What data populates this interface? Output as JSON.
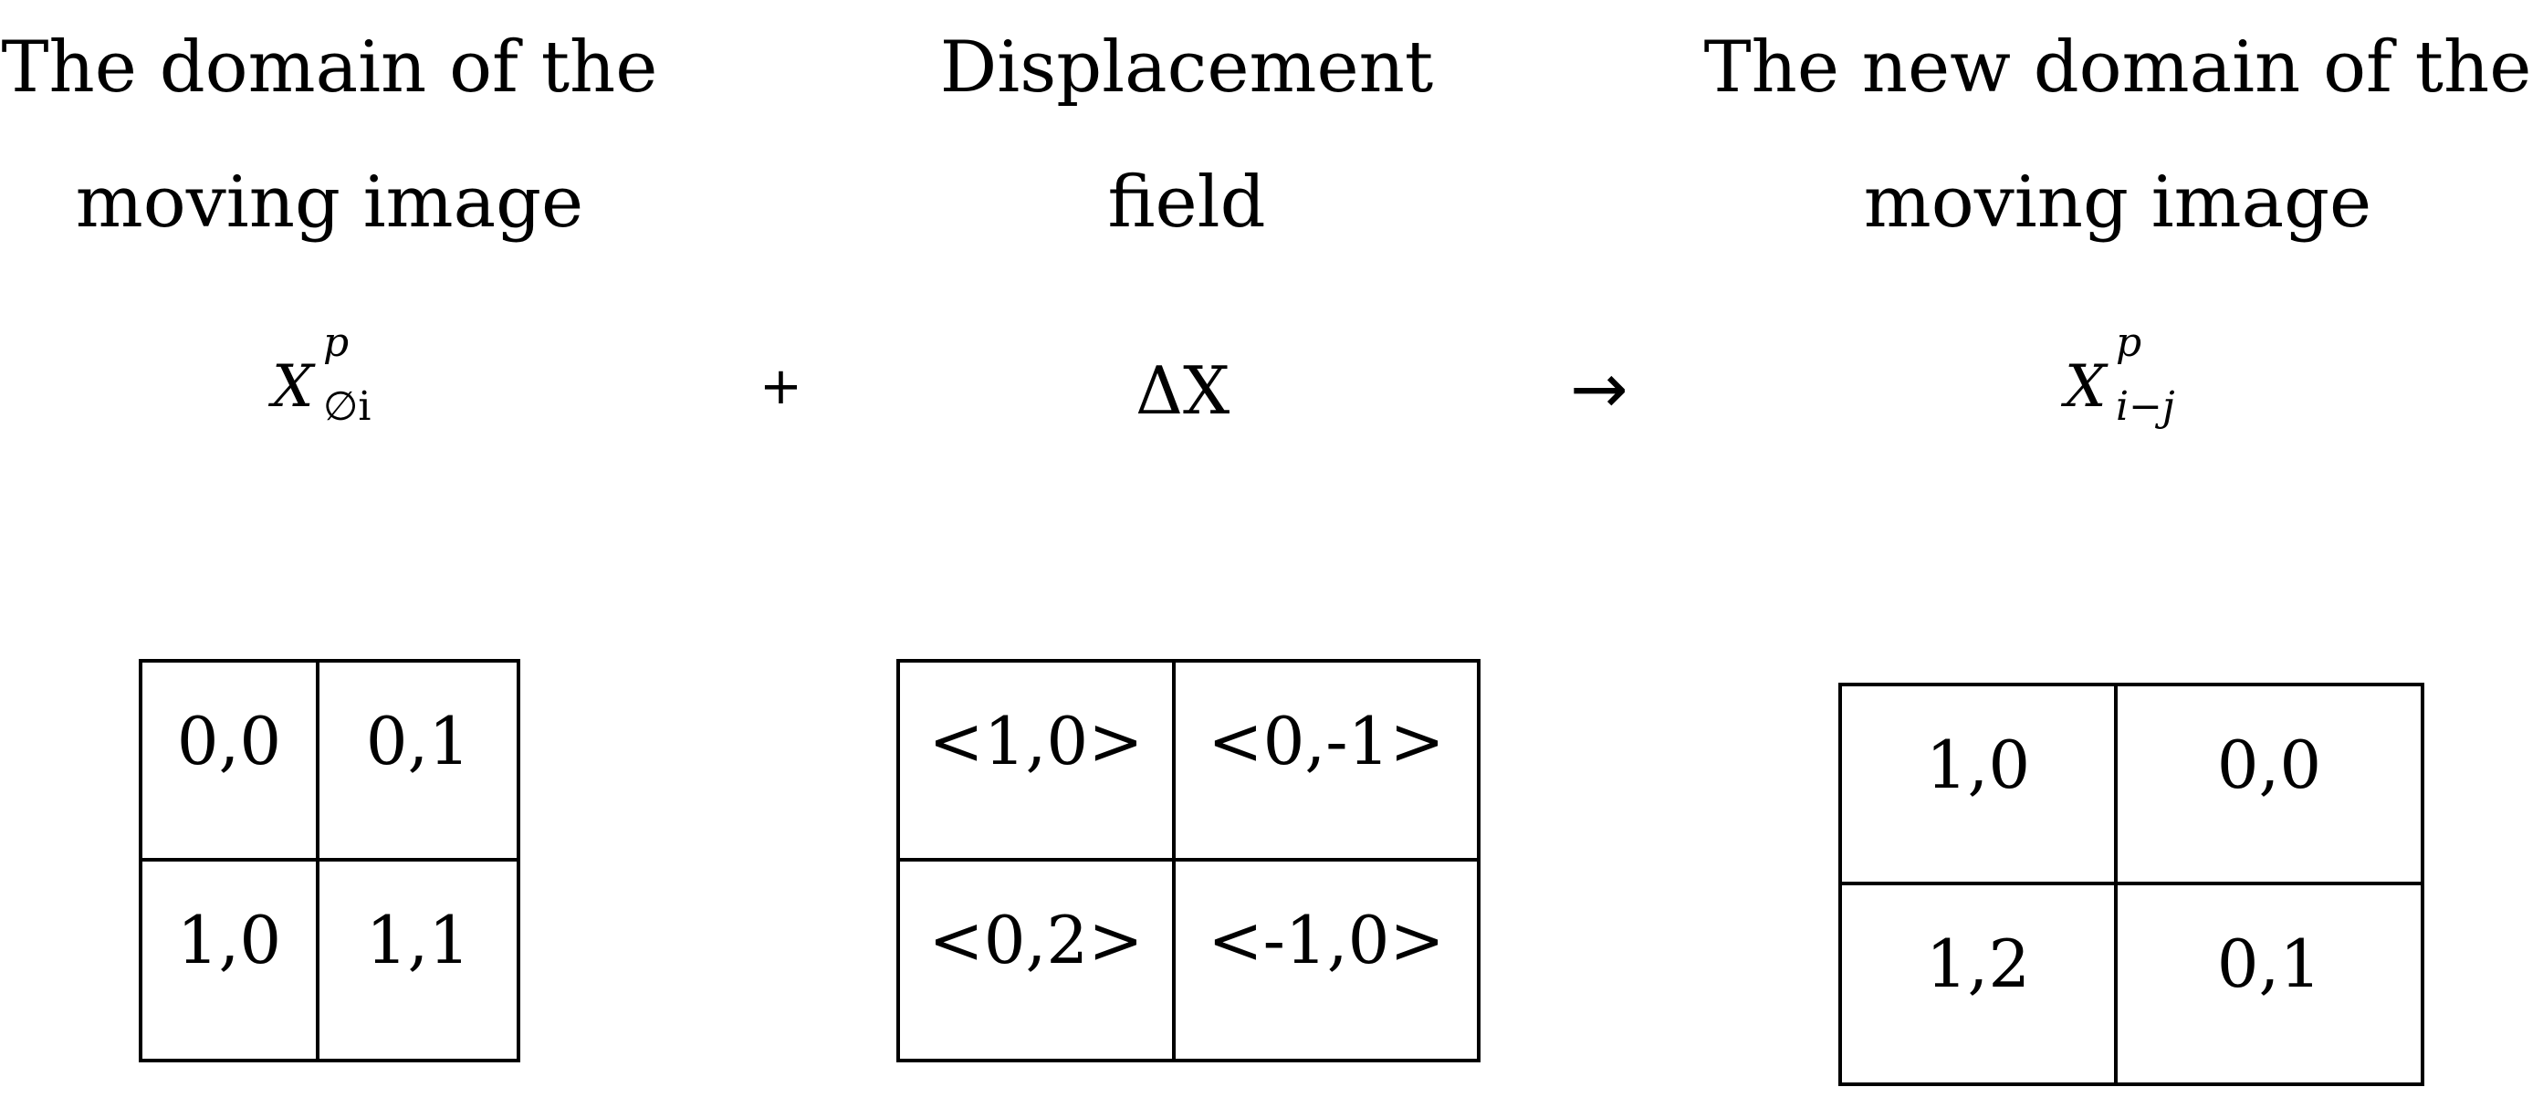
{
  "headers": {
    "moving": {
      "line1": "The domain of the",
      "line2": "moving image"
    },
    "displacement": {
      "line1": "Displacement",
      "line2": "field"
    },
    "new_domain": {
      "line1": "The new domain of the",
      "line2": "moving image"
    }
  },
  "equation": {
    "term1": {
      "base": "X",
      "sup": "p",
      "sub": "∅i"
    },
    "plus": "+",
    "term2": "ΔX",
    "arrow": "→",
    "term3": {
      "base": "X",
      "sup": "p",
      "sub": "i−j"
    }
  },
  "grids": {
    "moving": [
      [
        "0,0",
        "0,1"
      ],
      [
        "1,0",
        "1,1"
      ]
    ],
    "displacement": [
      [
        "<1,0>",
        "<0,-1>"
      ],
      [
        "<0,2>",
        "<-1,0>"
      ]
    ],
    "new_domain": [
      [
        "1,0",
        "0,0"
      ],
      [
        "1,2",
        "0,1"
      ]
    ]
  }
}
